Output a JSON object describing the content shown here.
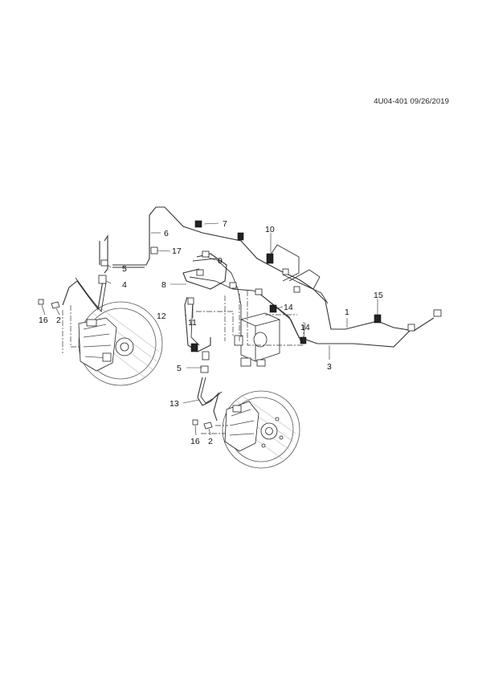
{
  "document": {
    "reference": "4U04-401 09/26/2019"
  },
  "callouts": [
    {
      "id": "1",
      "label": "1"
    },
    {
      "id": "2a",
      "label": "2"
    },
    {
      "id": "2b",
      "label": "2"
    },
    {
      "id": "3",
      "label": "3"
    },
    {
      "id": "4",
      "label": "4"
    },
    {
      "id": "5a",
      "label": "5"
    },
    {
      "id": "5b",
      "label": "5"
    },
    {
      "id": "6",
      "label": "6"
    },
    {
      "id": "7",
      "label": "7"
    },
    {
      "id": "8",
      "label": "8"
    },
    {
      "id": "9",
      "label": "9"
    },
    {
      "id": "10",
      "label": "10"
    },
    {
      "id": "11",
      "label": "11"
    },
    {
      "id": "12",
      "label": "12"
    },
    {
      "id": "13",
      "label": "13"
    },
    {
      "id": "14a",
      "label": "14"
    },
    {
      "id": "14b",
      "label": "14"
    },
    {
      "id": "15",
      "label": "15"
    },
    {
      "id": "16a",
      "label": "16"
    },
    {
      "id": "16b",
      "label": "16"
    },
    {
      "id": "17",
      "label": "17"
    }
  ]
}
